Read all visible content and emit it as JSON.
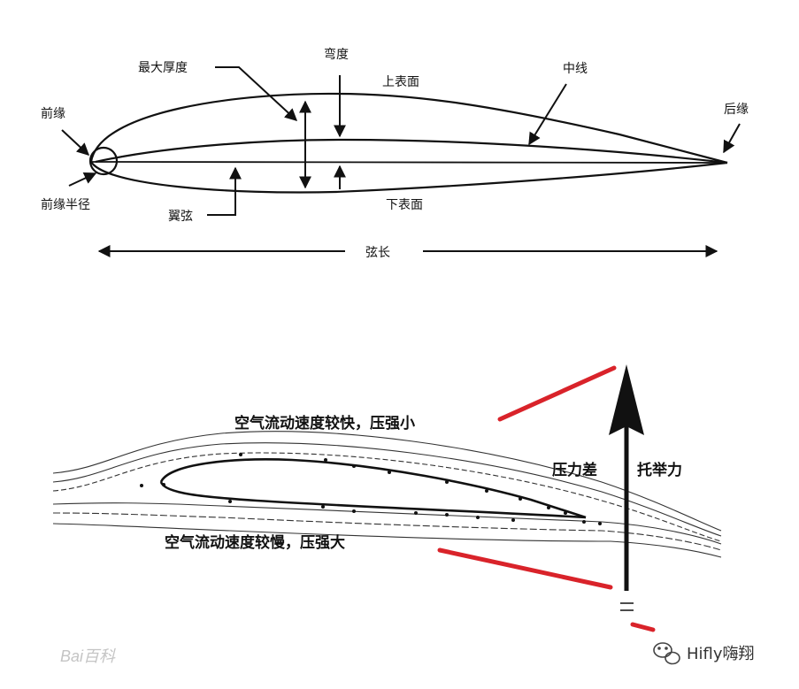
{
  "top_diagram": {
    "labels": {
      "max_thickness": "最大厚度",
      "camber": "弯度",
      "upper_surface": "上表面",
      "mean_line": "中线",
      "leading_edge": "前缘",
      "trailing_edge": "后缘",
      "leading_edge_radius": "前缘半径",
      "chord_line": "翼弦",
      "lower_surface": "下表面",
      "chord_length": "弦长"
    }
  },
  "bottom_diagram": {
    "labels": {
      "upper_flow": "空气流动速度较快，压强小",
      "lower_flow": "空气流动速度较慢，压强大",
      "pressure_difference": "压力差",
      "lift": "托举力"
    }
  },
  "watermarks": {
    "baidu": "Bai百科",
    "brand": "Hifly嗨翔"
  },
  "colors": {
    "red_line": "#d9232a",
    "ink": "#111111"
  }
}
